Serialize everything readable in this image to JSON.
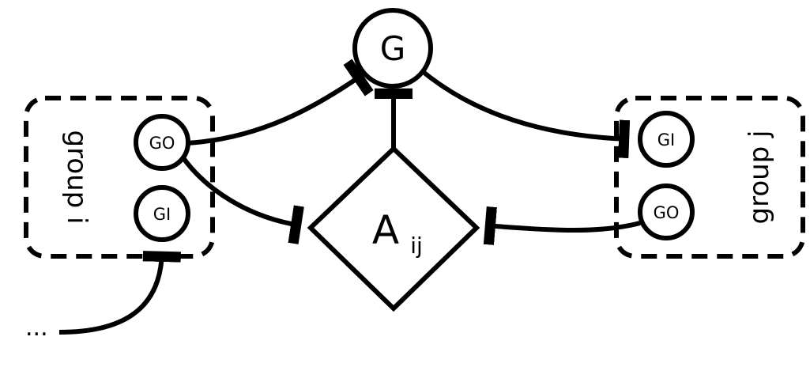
{
  "diagram": {
    "groups": [
      {
        "id": "group-i",
        "label": "group i"
      },
      {
        "id": "group-j",
        "label": "group j"
      }
    ],
    "nodes": {
      "g": {
        "label": "G"
      },
      "group_i_go": {
        "label": "GO"
      },
      "group_i_gi": {
        "label": "GI"
      },
      "group_j_gi": {
        "label": "GI"
      },
      "group_j_go": {
        "label": "GO"
      },
      "a": {
        "label_base": "A",
        "label_sub": "ij"
      }
    },
    "ellipsis": "...",
    "edges": [
      {
        "from": "group_i_go",
        "to": "g"
      },
      {
        "from": "group_i_go",
        "to": "a"
      },
      {
        "from": "g",
        "to": "group_j_gi"
      },
      {
        "from": "group_j_go",
        "to": "a"
      },
      {
        "from": "a",
        "to": "g"
      },
      {
        "from": "ellipsis",
        "to": "group_i_gi"
      }
    ],
    "stroke_color": "#000000",
    "background": "#ffffff"
  }
}
